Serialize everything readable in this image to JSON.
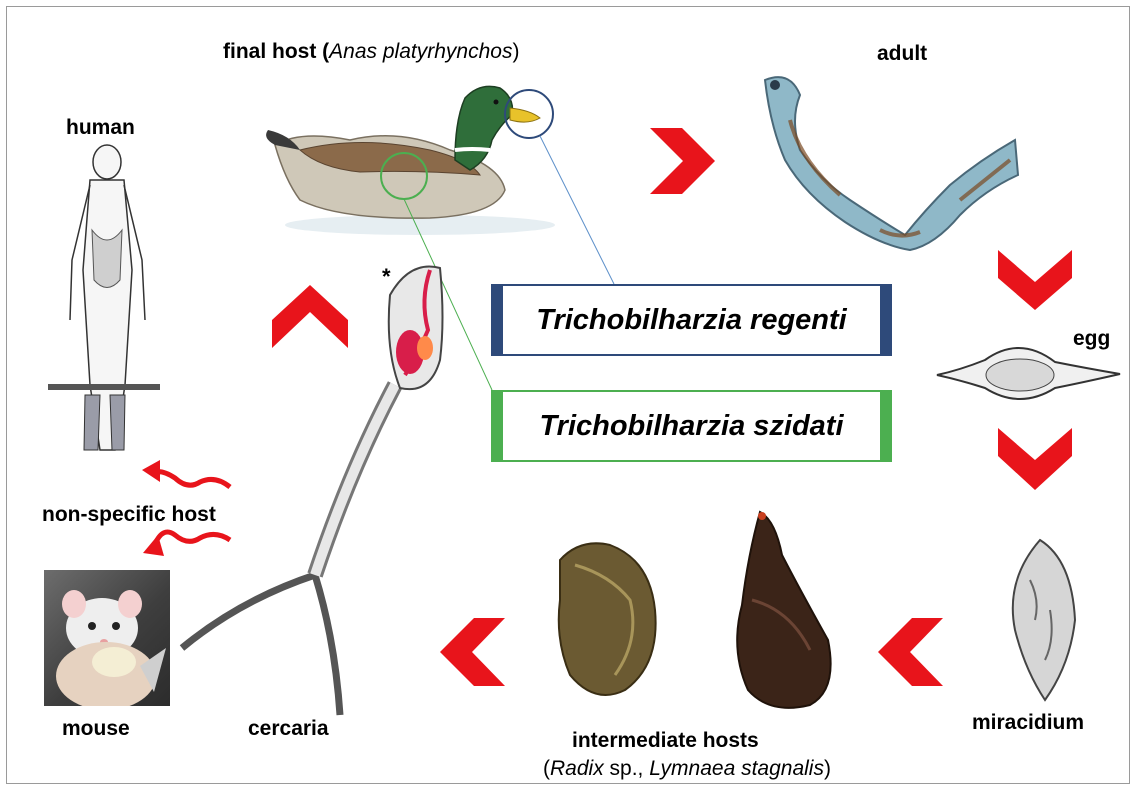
{
  "labels": {
    "final_host_prefix": "final host (",
    "final_host_species": "Anas platyrhynchos",
    "final_host_suffix": ")",
    "adult": "adult",
    "human": "human",
    "egg": "egg",
    "non_specific_host": "non-specific host",
    "mouse": "mouse",
    "cercaria": "cercaria",
    "miracidium": "miracidium",
    "intermediate_hosts": "intermediate hosts",
    "intermediate_species_open": "(",
    "intermediate_species_genus": "Radix",
    "intermediate_species_sp": " sp., ",
    "intermediate_species_second": "Lymnaea stagnalis",
    "intermediate_species_close": ")",
    "asterisk": "*"
  },
  "species": {
    "regenti": "Trichobilharzia regenti",
    "szidati": "Trichobilharzia szidati"
  },
  "colors": {
    "arrow_red": "#e8141b",
    "regenti_blue": "#2e4a7a",
    "szidati_green": "#4caf50"
  }
}
